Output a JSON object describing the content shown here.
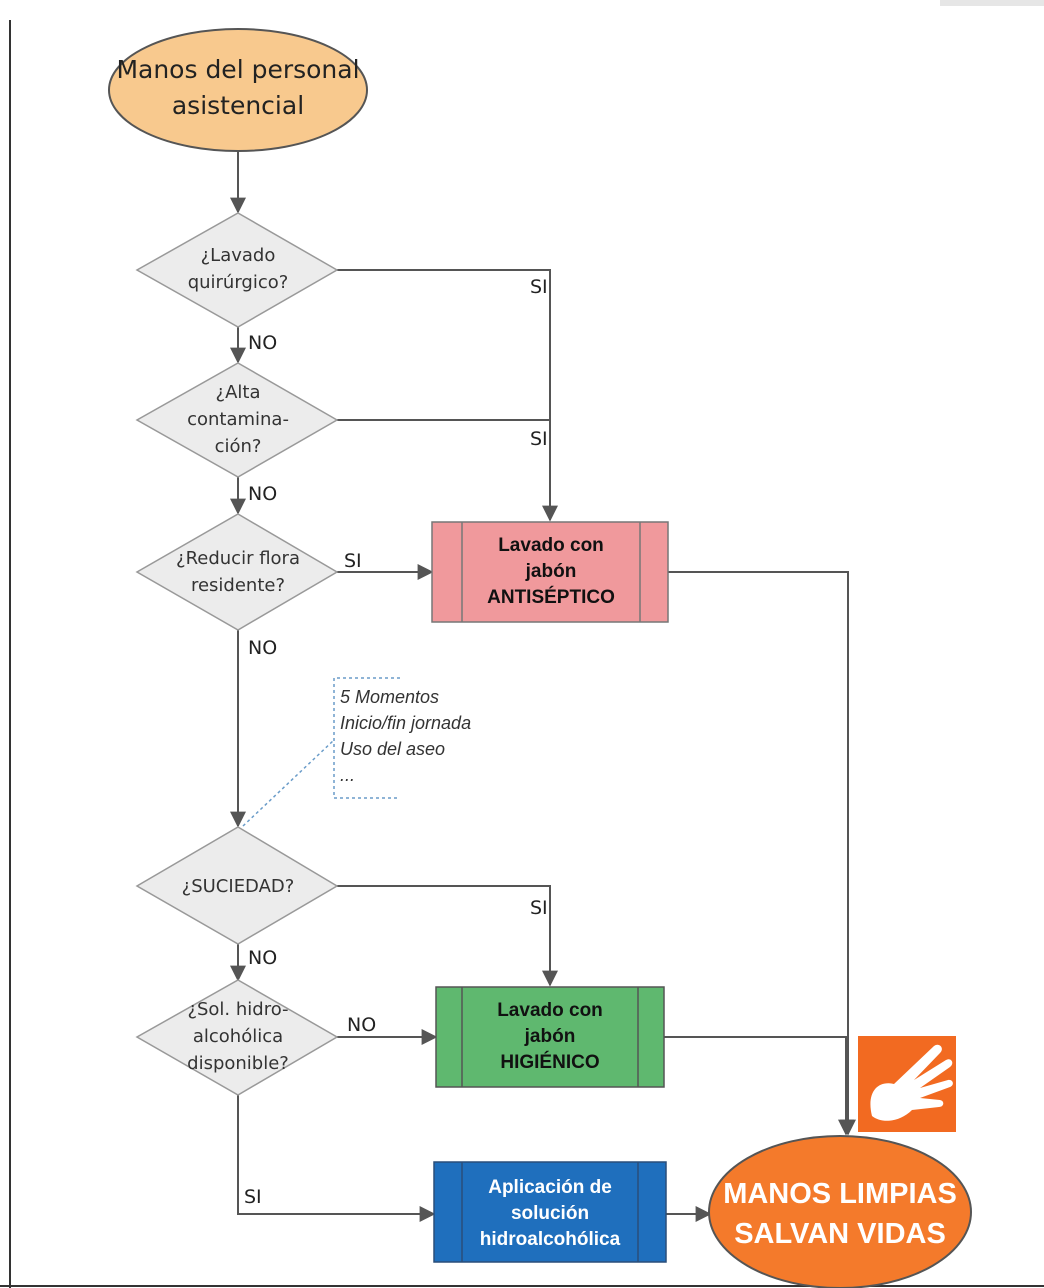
{
  "nodes": {
    "start": "Manos del personal\nasistencial",
    "q_quirurgico": "¿Lavado\nquirúrgico?",
    "q_alta_contaminacion": "¿Alta\ncontamina-\nción?",
    "q_flora": "¿Reducir flora\nresidente?",
    "q_suciedad": "¿SUCIEDAD?",
    "q_solucion": "¿Sol. hidro-\nalcohólica\ndisponible?",
    "box_antiseptico": "Lavado con\njabón\nANTISÉPTICO",
    "box_higienico": "Lavado con\njabón\nHIGIÉNICO",
    "box_hidroalcoholica": "Aplicación de\nsolución\nhidroalcohólica",
    "end": "MANOS LIMPIAS\nSALVAN VIDAS"
  },
  "edge_labels": {
    "si_1": "SI",
    "no_1": "NO",
    "si_2": "SI",
    "no_2": "NO",
    "si_3": "SI",
    "no_3": "NO",
    "si_4": "SI",
    "no_4": "NO",
    "no_5": "NO",
    "si_5": "SI"
  },
  "note": {
    "lines": "5 Momentos\nInicio/fin jornada\nUso del aseo\n..."
  },
  "colors": {
    "start_fill": "#f8c98e",
    "decision_fill": "#ececec",
    "antiseptico_fill": "#f0999c",
    "higienico_fill": "#5fb86f",
    "hidroalcoholica_fill": "#1f6fbd",
    "end_fill": "#f47a2b",
    "logo_fill": "#f26a21",
    "line": "#555555"
  },
  "icons": {
    "logo": "hand-icon"
  }
}
